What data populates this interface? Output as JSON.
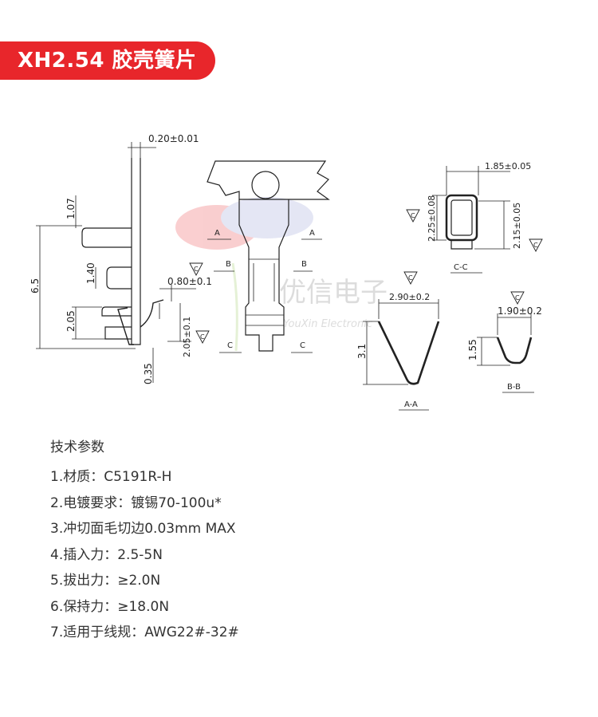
{
  "header": {
    "title": "XH2.54 胶壳簧片"
  },
  "watermark": {
    "name": "优信电子",
    "sub": "YouXin Electronic"
  },
  "drawing": {
    "side": {
      "thickness": "0.20±0.01",
      "d107": "1.07",
      "d65": "6.5",
      "d140": "1.40",
      "d080": "0.80±0.1",
      "d205": "2.05",
      "d205b": "2.05±0.1",
      "d035": "0.35"
    },
    "front": {
      "secA": "A",
      "secB": "B",
      "secC": "C"
    },
    "cc": {
      "w": "1.85±0.05",
      "h1": "2.25±0.08",
      "h2": "2.15±0.05",
      "label": "C-C"
    },
    "aa": {
      "w": "2.90±0.2",
      "h": "3.1",
      "label": "A-A"
    },
    "bb": {
      "w": "1.90±0.2",
      "h": "1.55",
      "label": "B-B"
    },
    "flag": "C"
  },
  "params": {
    "heading": "技术参数",
    "items": [
      "1.材质：C5191R-H",
      "2.电镀要求：镀锡70-100u*",
      "3.冲切面毛切边0.03mm MAX",
      "4.插入力：2.5-5N",
      "5.拔出力：≥2.0N",
      "6.保持力：≥18.0N",
      "7.适用于线规：AWG22#-32#"
    ]
  }
}
